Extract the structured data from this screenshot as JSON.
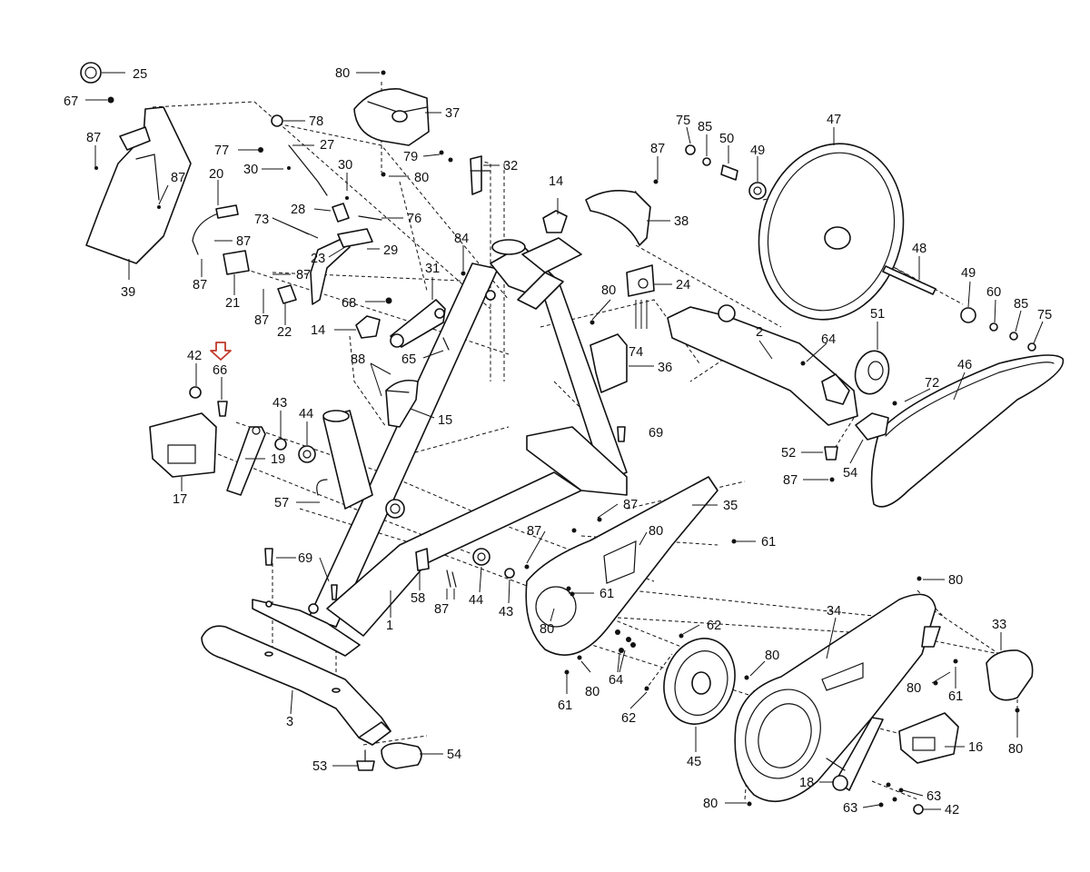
{
  "colors": {
    "line": "#111111",
    "background": "#ffffff",
    "highlight_arrow": "#c0392b"
  },
  "highlight": {
    "icon": "down-arrow-icon",
    "part": "66"
  },
  "labels": {
    "l25": "25",
    "l67": "67",
    "l87a": "87",
    "l87b": "87",
    "l39": "39",
    "l80a": "80",
    "l37": "37",
    "l79": "79",
    "l80b": "80",
    "l32": "32",
    "l78": "78",
    "l27": "27",
    "l77": "77",
    "l30a": "30",
    "l30b": "30",
    "l20": "20",
    "l28": "28",
    "l76": "76",
    "l73": "73",
    "l87c": "87",
    "l23": "23",
    "l29": "29",
    "l87d": "87",
    "l87e": "87",
    "l21": "21",
    "l87f": "87",
    "l22": "22",
    "l68": "68",
    "l31": "31",
    "l84": "84",
    "l14a": "14",
    "l14b": "14",
    "l65": "65",
    "l38": "38",
    "l87g": "87",
    "l24": "24",
    "l80c": "80",
    "l74": "74",
    "l36": "36",
    "l75a": "75",
    "l85a": "85",
    "l50": "50",
    "l49a": "49",
    "l47": "47",
    "l48": "48",
    "l49b": "49",
    "l60": "60",
    "l85b": "85",
    "l75b": "75",
    "l2": "2",
    "l64a": "64",
    "l51": "51",
    "l46": "46",
    "l72": "72",
    "l52": "52",
    "l87h": "87",
    "l54a": "54",
    "l42a": "42",
    "l66": "66",
    "l43a": "43",
    "l44a": "44",
    "l88": "88",
    "l15": "15",
    "l19": "19",
    "l17": "17",
    "l69a": "69",
    "l57": "57",
    "l35": "35",
    "l87i": "87",
    "l87j": "87",
    "l80d": "80",
    "l61a": "61",
    "l69b": "69",
    "l58": "58",
    "l87k": "87",
    "l44b": "44",
    "l43b": "43",
    "l61b": "61",
    "l80e": "80",
    "l1": "1",
    "l3": "3",
    "l53": "53",
    "l54b": "54",
    "l62a": "62",
    "l64b": "64",
    "l80f": "80",
    "l61c": "61",
    "l62b": "62",
    "l45": "45",
    "l80g": "80",
    "l34": "34",
    "l80h": "80",
    "l33": "33",
    "l80i": "80",
    "l61d": "61",
    "l80j": "80",
    "l16": "16",
    "l18": "18",
    "l63a": "63",
    "l63b": "63",
    "l42b": "42",
    "l80k": "80"
  }
}
